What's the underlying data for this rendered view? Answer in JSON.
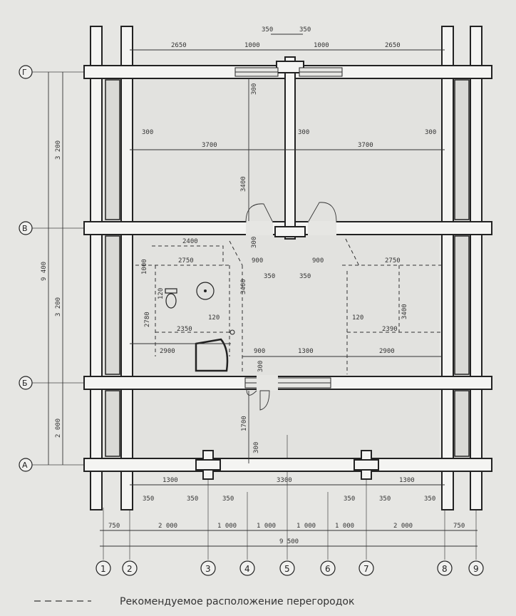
{
  "axes": {
    "numbers": [
      "1",
      "2",
      "3",
      "4",
      "5",
      "6",
      "7",
      "8",
      "9"
    ],
    "letters": [
      "Г",
      "В",
      "Б",
      "А"
    ]
  },
  "dims": {
    "top_row1": [
      "350",
      "350"
    ],
    "top_row2": [
      "2650",
      "1000",
      "1000",
      "2650"
    ],
    "wall_300": "300",
    "room_3700": "3700",
    "room_3400": "3400",
    "bath_2400": "2400",
    "bath_1000": "1000",
    "bath_2750": "2750",
    "bath_120": "120",
    "bath_2780": "2780",
    "bath_2350": "2350",
    "bath_2900": "2900",
    "hall_900": "900",
    "hall_1300": "1300",
    "right_2750": "2750",
    "right_3400": "3400",
    "right_120": "120",
    "right_2390": "2390",
    "right_2900": "2900",
    "dim_350": "350",
    "dim_1700": "1700",
    "bottom_1300": "1300",
    "bottom_3300": "3300",
    "bottom_modules": [
      "750",
      "2 000",
      "1 000",
      "1 000",
      "1 000",
      "1 000",
      "2 000",
      "750"
    ],
    "total_width": "9 500",
    "left_3200": "3 200",
    "left_2000": "2 000",
    "total_height": "9 400"
  },
  "legend": {
    "text": "Рекомендуемое расположение перегородок"
  },
  "colors": {
    "background": "#e6e6e3",
    "wall": "#f4f4f2",
    "line": "#222222"
  }
}
